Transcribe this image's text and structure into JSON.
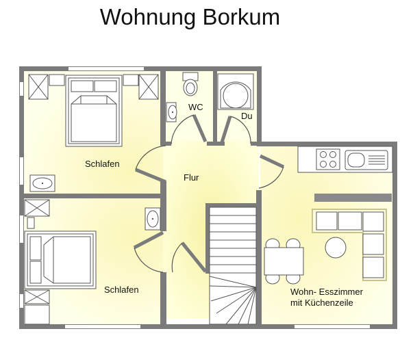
{
  "title": "Wohnung Borkum",
  "rooms": {
    "bedroom_top": "Schlafen",
    "bathroom_wc": "WC",
    "shower_room": "Du",
    "hallway": "Flur",
    "bedroom_bottom": "Schlafen",
    "living_line1": "Wohn- Esszimmer",
    "living_line2": "mit Küchenzeile"
  },
  "colors": {
    "wall": "#7b7b7b",
    "floor_light": "#ffffdc",
    "floor_glow": "#fbf7b5",
    "furniture_fill": "#ffffff",
    "sofa_fill": "#fdfbe3"
  }
}
